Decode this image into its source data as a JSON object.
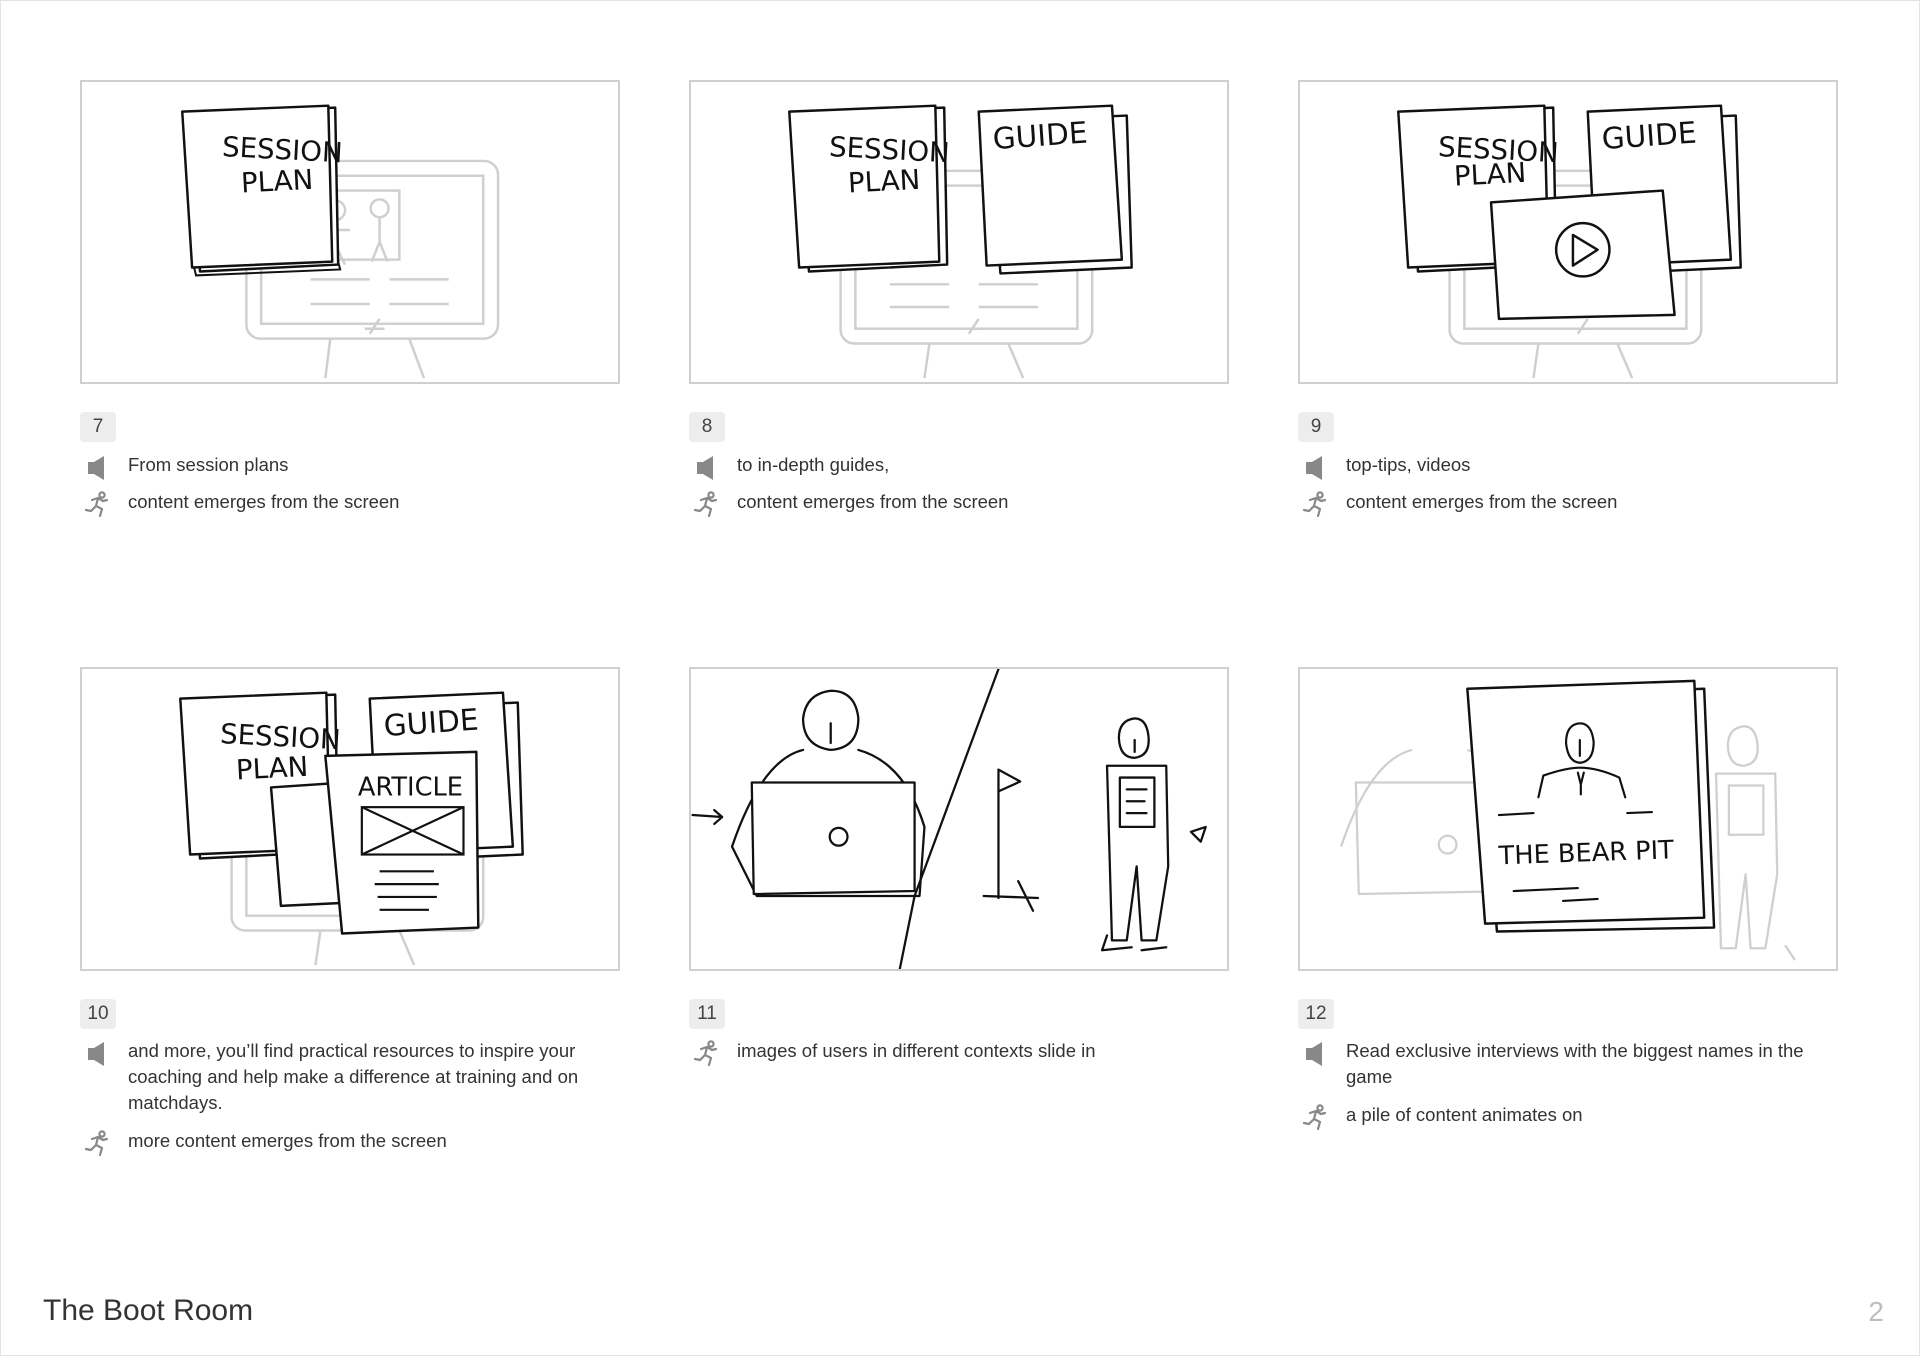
{
  "document": {
    "title": "The Boot Room",
    "page_number": "2"
  },
  "panels": [
    {
      "number": "7",
      "notes": [
        {
          "icon": "speaker-icon",
          "text": "From session plans"
        },
        {
          "icon": "running-figure-icon",
          "text": "content emerges from the screen"
        }
      ],
      "sketch_text": [
        "SESSION",
        "PLAN"
      ]
    },
    {
      "number": "8",
      "notes": [
        {
          "icon": "speaker-icon",
          "text": "to in-depth guides,"
        },
        {
          "icon": "running-figure-icon",
          "text": "content emerges from the screen"
        }
      ],
      "sketch_text": [
        "SESSION",
        "PLAN",
        "GUIDE"
      ]
    },
    {
      "number": "9",
      "notes": [
        {
          "icon": "speaker-icon",
          "text": "top-tips, videos"
        },
        {
          "icon": "running-figure-icon",
          "text": "content emerges from the screen"
        }
      ],
      "sketch_text": [
        "SESSION",
        "PLAN",
        "GUIDE"
      ]
    },
    {
      "number": "10",
      "notes": [
        {
          "icon": "speaker-icon",
          "text": "and more, you’ll find practical resources to inspire your coaching and help make a difference at training and on matchdays."
        },
        {
          "icon": "running-figure-icon",
          "text": "more content emerges from the screen"
        }
      ],
      "sketch_text": [
        "SESSION",
        "PLAN",
        "GUIDE",
        "ARTICLE"
      ]
    },
    {
      "number": "11",
      "notes": [
        {
          "icon": "running-figure-icon",
          "text": "images of users in different contexts slide in"
        }
      ],
      "sketch_text": []
    },
    {
      "number": "12",
      "notes": [
        {
          "icon": "speaker-icon",
          "text": "Read exclusive interviews with the biggest names in the game"
        },
        {
          "icon": "running-figure-icon",
          "text": "a pile of content animates on"
        }
      ],
      "sketch_text": [
        "THE BEAR PIT"
      ]
    }
  ]
}
